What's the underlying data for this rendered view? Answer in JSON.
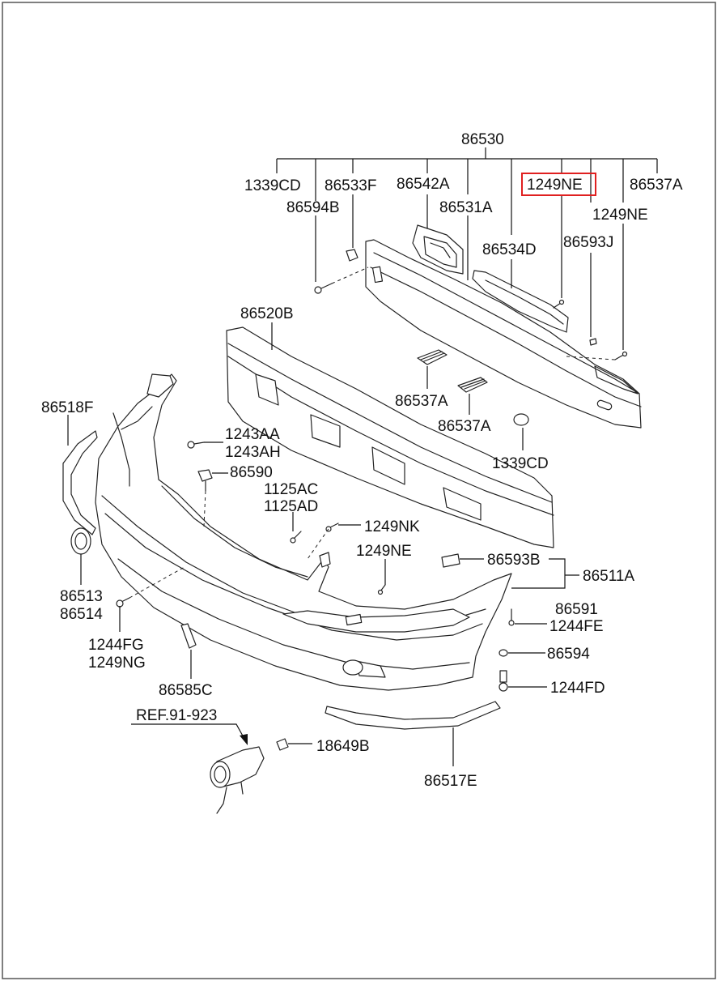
{
  "diagram": {
    "labels": {
      "p86530": "86530",
      "p1339CD_top": "1339CD",
      "p86533F": "86533F",
      "p86542A": "86542A",
      "p1249NE_top": "1249NE",
      "p86537A_top": "86537A",
      "p86594B": "86594B",
      "p86531A": "86531A",
      "p1249NE_right": "1249NE",
      "p86534D": "86534D",
      "p86593J": "86593J",
      "p86520B": "86520B",
      "p86518F": "86518F",
      "p86537A_mid1": "86537A",
      "p86537A_mid2": "86537A",
      "p1339CD_mid": "1339CD",
      "p1243AA": "1243AA",
      "p1243AH": "1243AH",
      "p86590": "86590",
      "p1125AC": "1125AC",
      "p1125AD": "1125AD",
      "p1249NK": "1249NK",
      "p1249NE_mid": "1249NE",
      "p86593B": "86593B",
      "p86511A": "86511A",
      "p86513": "86513",
      "p86514": "86514",
      "p86591": "86591",
      "p1244FE": "1244FE",
      "p86594": "86594",
      "p1244FG": "1244FG",
      "p1249NG": "1249NG",
      "p1244FD": "1244FD",
      "p86585C": "86585C",
      "pREF": "REF.91-923",
      "p18649B": "18649B",
      "p86517E": "86517E"
    },
    "highlight_color": "#e02020"
  }
}
